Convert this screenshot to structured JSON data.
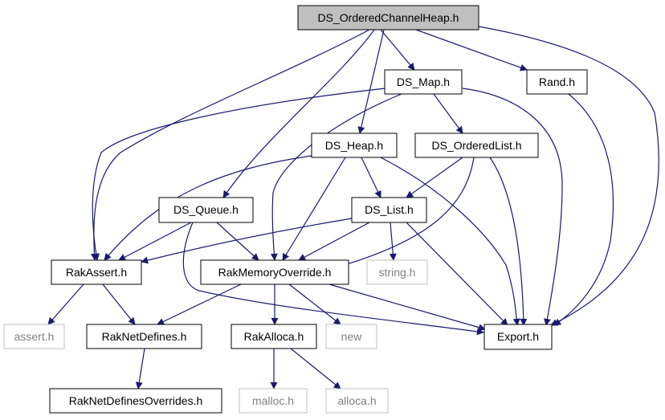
{
  "colors": {
    "edge": "#191970",
    "border_normal": "#000000",
    "border_external": "#bfbfbf",
    "text_normal": "#000000",
    "text_external": "#808080",
    "root_fill": "#bfbfbf",
    "fill": "#ffffff"
  },
  "nodes": {
    "ds_orderedchannelheap": {
      "label": "DS_OrderedChannelHeap.h",
      "kind": "root"
    },
    "ds_map": {
      "label": "DS_Map.h",
      "kind": "normal"
    },
    "rand": {
      "label": "Rand.h",
      "kind": "normal"
    },
    "ds_heap": {
      "label": "DS_Heap.h",
      "kind": "normal"
    },
    "ds_orderedlist": {
      "label": "DS_OrderedList.h",
      "kind": "normal"
    },
    "ds_queue": {
      "label": "DS_Queue.h",
      "kind": "normal"
    },
    "ds_list": {
      "label": "DS_List.h",
      "kind": "normal"
    },
    "rakassert": {
      "label": "RakAssert.h",
      "kind": "normal"
    },
    "rakmemoryoverride": {
      "label": "RakMemoryOverride.h",
      "kind": "normal"
    },
    "string_h": {
      "label": "string.h",
      "kind": "external"
    },
    "assert_h": {
      "label": "assert.h",
      "kind": "external"
    },
    "raknetdefines": {
      "label": "RakNetDefines.h",
      "kind": "normal"
    },
    "rakalloca": {
      "label": "RakAlloca.h",
      "kind": "normal"
    },
    "new_h": {
      "label": "new",
      "kind": "external"
    },
    "export": {
      "label": "Export.h",
      "kind": "normal"
    },
    "raknetdefinesoverrides": {
      "label": "RakNetDefinesOverrides.h",
      "kind": "normal"
    },
    "malloc_h": {
      "label": "malloc.h",
      "kind": "external"
    },
    "alloca_h": {
      "label": "alloca.h",
      "kind": "external"
    }
  }
}
